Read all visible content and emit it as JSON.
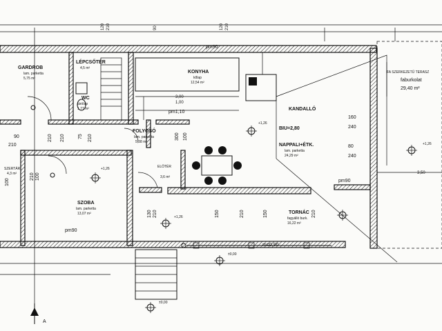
{
  "rooms": {
    "gardrob": {
      "name": "GARDROB",
      "floor": "lam. parketta",
      "area": "5,75 m²"
    },
    "lepcso": {
      "name": "LÉPCSŐTÉR",
      "area": "4,5 m²"
    },
    "wc": {
      "name": "WC",
      "floor": "járólap",
      "area": "1,77 m²"
    },
    "konyha": {
      "name": "KONYHA",
      "floor": "kőlap",
      "area": "12,54 m²"
    },
    "kandallo": {
      "name": "KANDALLÓ"
    },
    "terasz": {
      "name": "FA SZERKEZETŰ TERASZ",
      "floor": "faburkolat",
      "area": "29,40 m²"
    },
    "folyoso": {
      "name": "FOLYOSÓ",
      "floor": "lam. parketta",
      "area": "5,38 m²"
    },
    "nappali": {
      "name": "NAPPALI+ÉTK.",
      "floor": "lam. parketta",
      "area": "24,29 m²"
    },
    "szoba": {
      "name": "SZOBA",
      "floor": "lam. parketta",
      "area": "13,07 m²"
    },
    "eloter": {
      "name": "ELŐTÉR",
      "area": "3,6 m²"
    },
    "tornac": {
      "name": "TORNÁC",
      "floor": "fagyálló burk.",
      "area": "16,22 m²"
    },
    "szertar": {
      "name": "SZERTÁR",
      "area": "4,3 m²"
    }
  },
  "labels": {
    "biu": "BIU=2,80",
    "pm90_top": "pm90",
    "pm90_nappali": "pm90",
    "pm90_szoba": "pm90",
    "pm110": "pm1,10",
    "m090": "m=0,90",
    "plus126_nappali": "+1,26",
    "plus126_terasz": "+1,26",
    "plus126_szoba": "+1,26",
    "plus126_tornac": "+1,26",
    "pm000_stair": "±0,00",
    "pm000_bottom": "±0,00",
    "section_a": "A",
    "kitchen_window_top": "3,00",
    "kitchen_window_bottom": "1,00"
  },
  "dims": {
    "top_120a": "120",
    "top_210a": "210",
    "top_90a": "90",
    "top_120b": "120",
    "top_210b": "210",
    "left_100": "100",
    "left_210": "210",
    "mid_90": "90",
    "mid_210a": "210",
    "mid_75": "75",
    "mid_210b": "210",
    "mid_300": "300",
    "mid_100": "100",
    "mid_210c": "210",
    "side_160": "160",
    "side_240a": "240",
    "side_80": "80",
    "side_240b": "240",
    "side_350": "3,50",
    "szoba_210": "210",
    "szoba_100": "100",
    "tornac_130": "130",
    "tornac_210": "210",
    "tornac_150a": "150",
    "tornac_210b": "210",
    "tornac_150b": "150",
    "tornac_210c": "210"
  }
}
